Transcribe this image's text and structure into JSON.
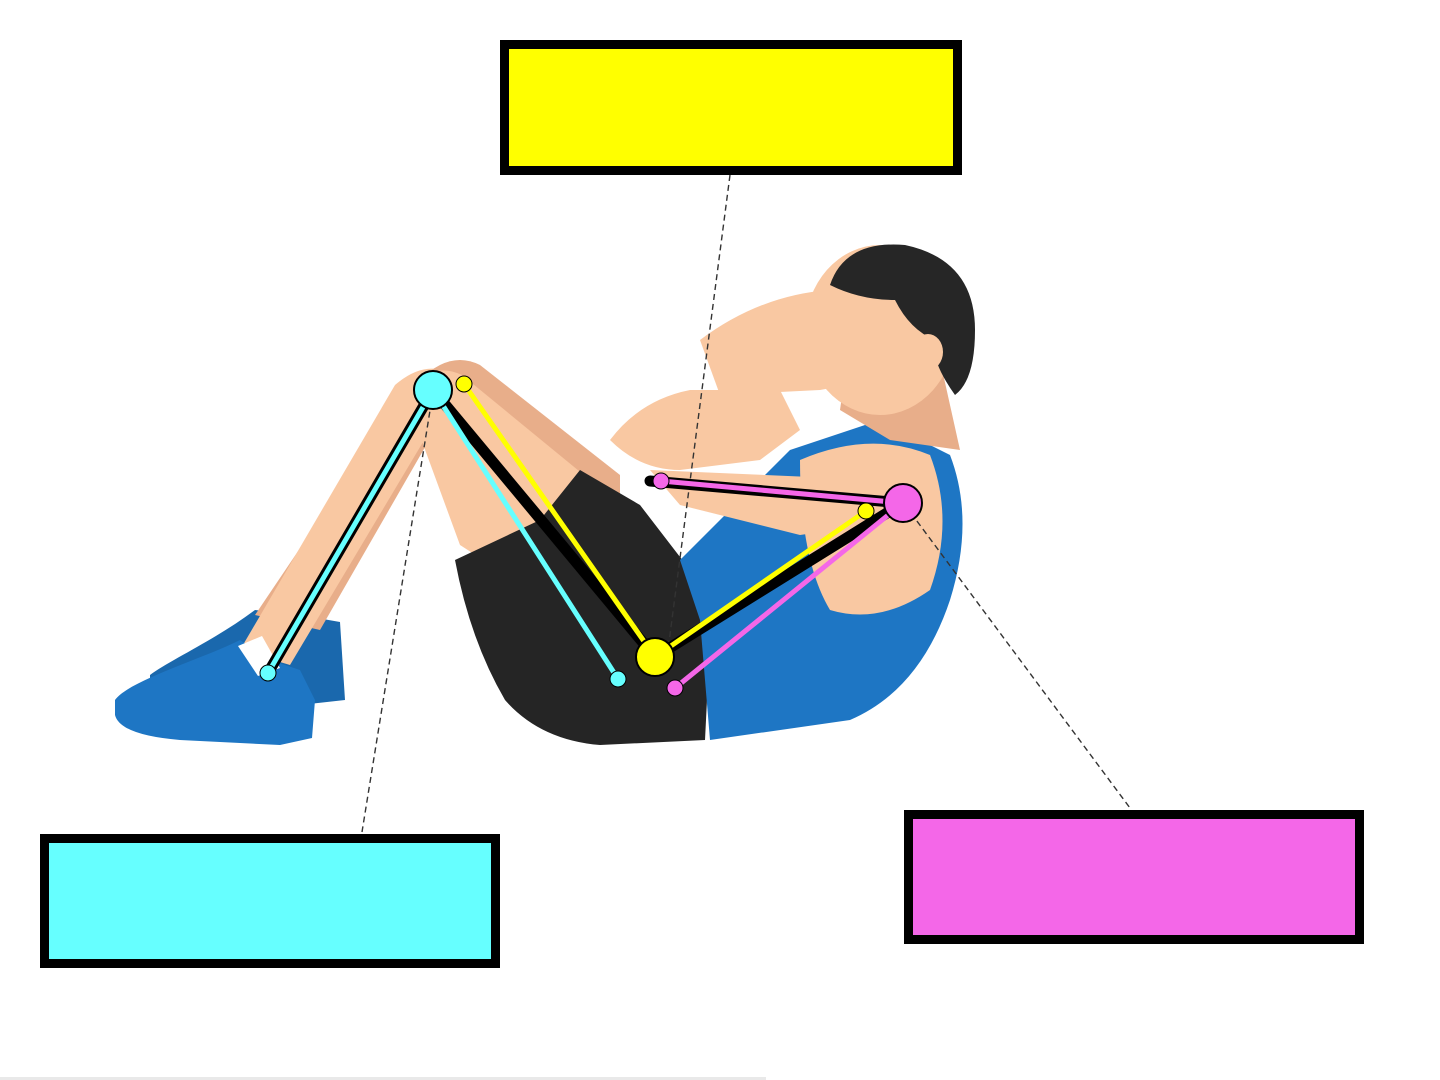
{
  "figure": {
    "subject": "person-doing-sit-up",
    "colors": {
      "hip": "#ffff00",
      "knee": "#66ffff",
      "shoulder": "#f467e8",
      "skin": "#f9c8a2",
      "skin_shadow": "#e8ae8a",
      "hair": "#262626",
      "shirt": "#1e76c4",
      "shorts": "#252525",
      "shoes": "#1e76c4",
      "outline": "#000000",
      "leader_line": "#333333"
    }
  },
  "labels": {
    "hip": {
      "text": "",
      "joint": "hip",
      "color": "#ffff00"
    },
    "knee": {
      "text": "",
      "joint": "knee",
      "color": "#66ffff"
    },
    "shoulder": {
      "text": "",
      "joint": "shoulder",
      "color": "#f467e8"
    }
  },
  "joints": {
    "hip": {
      "name": "hip-angle",
      "segments": [
        "knee-to-hip",
        "hip-to-shoulder"
      ]
    },
    "knee": {
      "name": "knee-angle",
      "segments": [
        "ankle-to-knee",
        "knee-to-hip"
      ]
    },
    "shoulder": {
      "name": "shoulder-angle",
      "segments": [
        "elbow-to-shoulder",
        "shoulder-to-hip"
      ]
    }
  }
}
